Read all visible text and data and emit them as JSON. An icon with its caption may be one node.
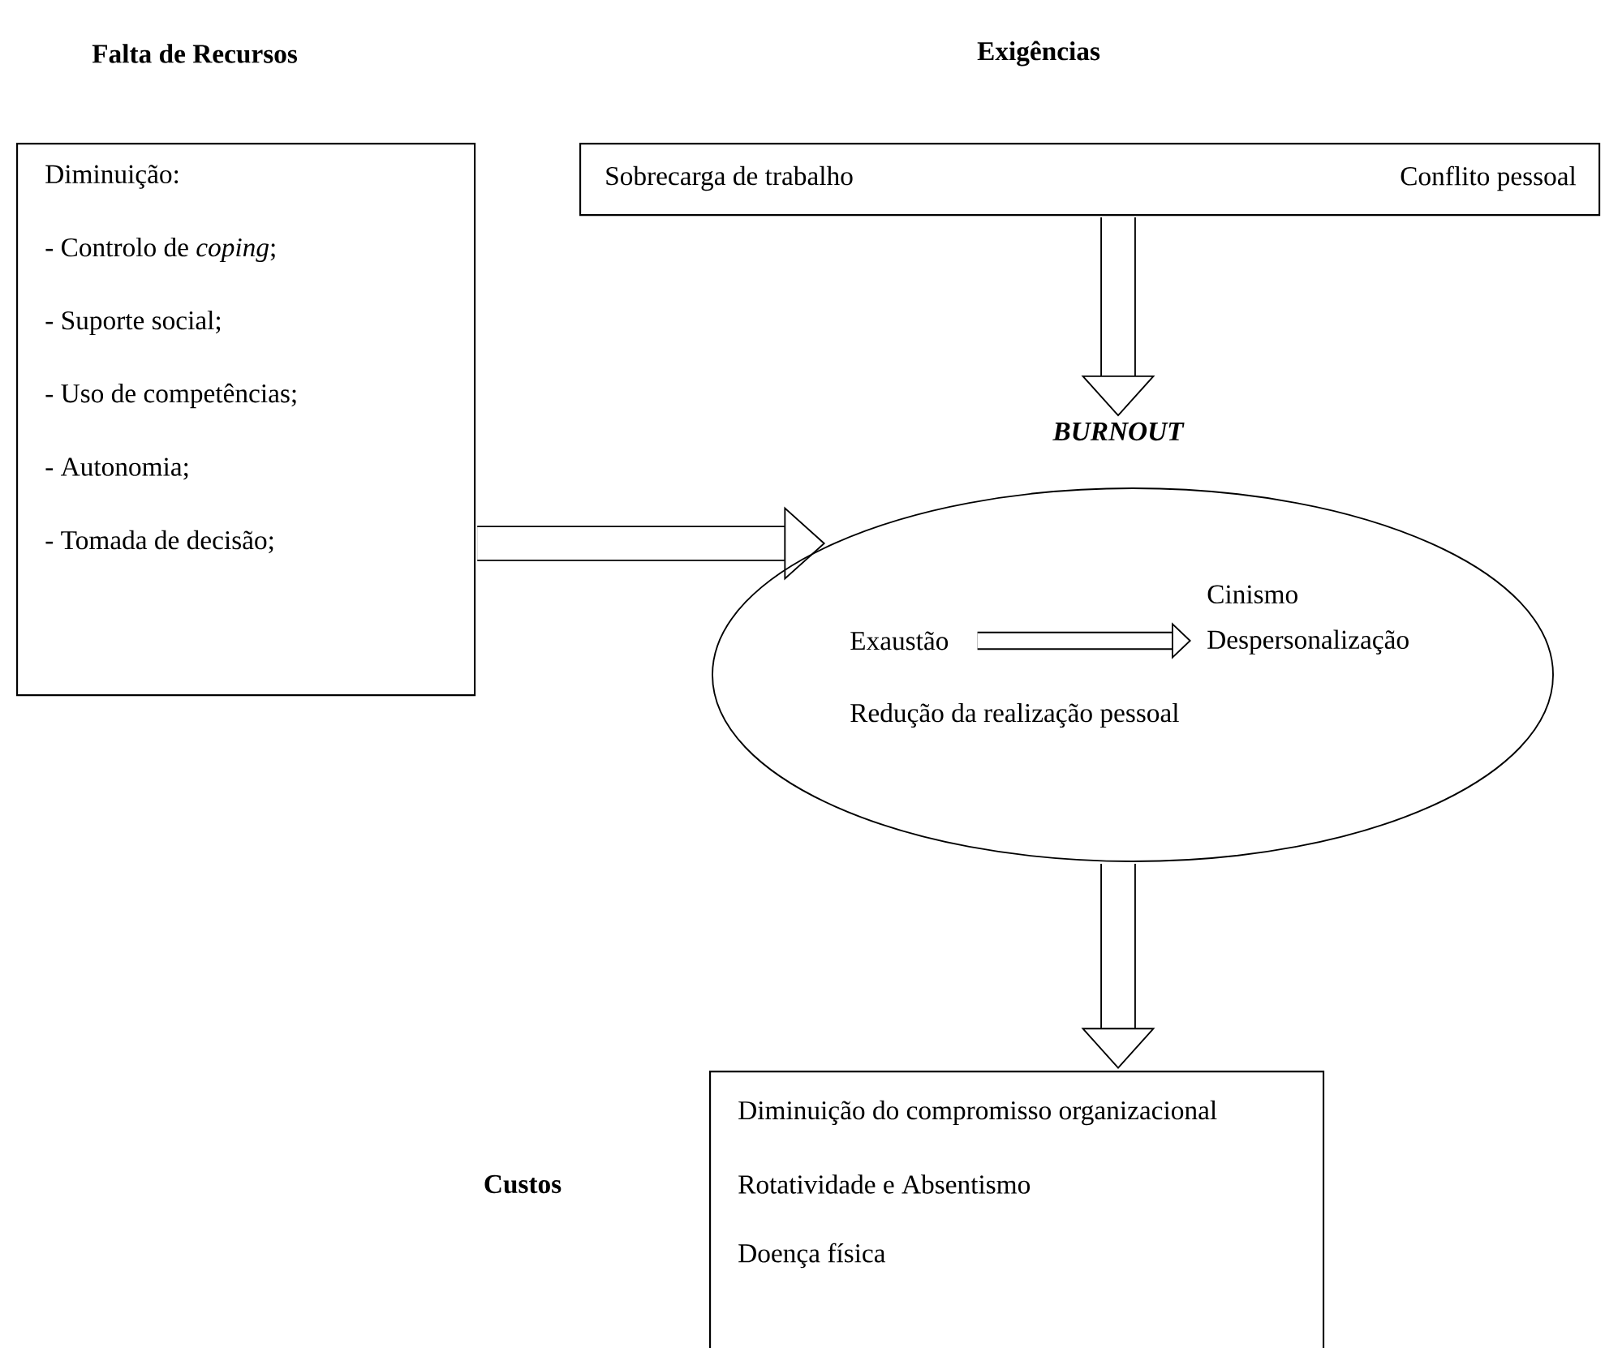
{
  "diagram": {
    "nodes": [
      {
        "text": [
          "Falta de Recursos",
          "Diminuição:",
          "- Controlo de *coping*;",
          "- Suporte social;",
          "- Uso de competências;",
          "- Autonomia;",
          "- Tomada de decisão;"
        ]
      },
      {
        "text": [
          "Exigências",
          "Sobrecarga de trabalho",
          "Conflito pessoal"
        ]
      },
      {
        "text": [
          "BURNOUT"
        ]
      },
      {
        "text": [
          "Redução da realização pessoal"
        ]
      },
      {
        "text": [
          "Exaustão"
        ],
        "in": 3
      },
      {
        "text": [
          "Cinismo",
          "Despersonalização"
        ],
        "in": 3
      },
      {
        "text": [
          "Diminuição do compromisso organizacional",
          "Rotatividade e Absentismo",
          "Doença física"
        ]
      }
    ],
    "edges": [
      {
        "from": 1,
        "to": 2,
        "arrow": "to"
      },
      {
        "from": 0,
        "to": 3,
        "arrow": "to"
      },
      {
        "from": 4,
        "to": 5,
        "arrow": "to"
      },
      {
        "from": 3,
        "to": 6,
        "arrow": "to"
      }
    ],
    "labels": [
      "Custos"
    ]
  }
}
